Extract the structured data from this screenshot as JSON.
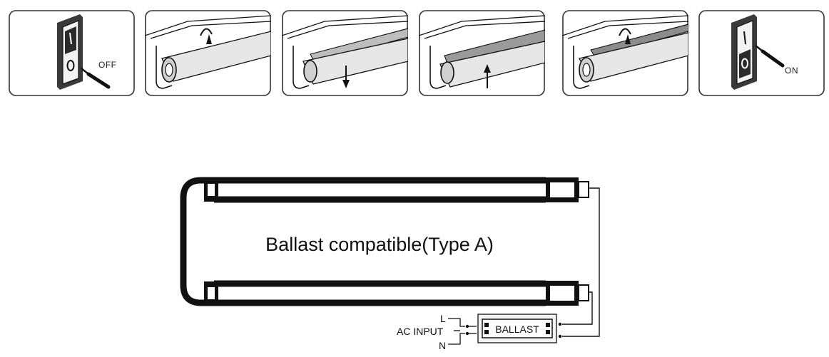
{
  "steps": {
    "off_label": "OFF",
    "on_label": "ON"
  },
  "diagram": {
    "tube_label": "Ballast compatible(Type A)",
    "ac_input_label": "AC INPUT",
    "line_label": "L",
    "neutral_label": "N",
    "ballast_label": "BALLAST"
  },
  "colors": {
    "stroke": "#111111",
    "panel_border": "#333333",
    "tube_fill": "#e6e6e6",
    "panel_fill": "#ffffff"
  }
}
